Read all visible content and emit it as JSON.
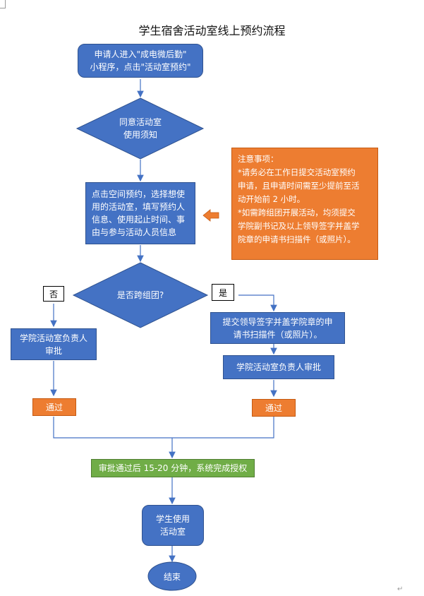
{
  "title": "学生宿舍活动室线上预约流程",
  "steps": {
    "enter_line1": "申请人进入\"成电微后勤\"",
    "enter_line2": "小程序，点击\"活动室预约\"",
    "agree_line1": "同意活动室",
    "agree_line2": "使用须知",
    "fill_line1": "点击空间预约，选择想使",
    "fill_line2": "用的活动室，填写预约人",
    "fill_line3": "信息、使用起止时间、事",
    "fill_line4": "由与参与活动人员信息",
    "decision": "是否跨组团?",
    "no_label": "否",
    "yes_label": "是",
    "left_approve_line1": "学院活动室负责人",
    "left_approve_line2": "审批",
    "submit_line1": "提交领导签字并盖学院章的申",
    "submit_line2": "请书扫描件（或照片）。",
    "right_approve": "学院活动室负责人审批",
    "pass_left": "通过",
    "pass_right": "通过",
    "grant": "审批通过后 15-20 分钟，系统完成授权",
    "use_line1": "学生使用",
    "use_line2": "活动室",
    "end": "结束"
  },
  "notice": {
    "heading": "注意事项：",
    "line1": "*请务必在工作日提交活动室预约",
    "line2": "申请，且申请时间需至少提前至活",
    "line3": "动开始前 2 小时。",
    "line4": "*如需跨组团开展活动，均须提交",
    "line5": "学院副书记及以上领导签字并盖学",
    "line6": "院章的申请书扫描件（或照片）。"
  },
  "colors": {
    "process": "#4472c4",
    "notice": "#ed7d31",
    "pass": "#ed7d31",
    "grant": "#70ad47",
    "connector": "#4472c4"
  }
}
